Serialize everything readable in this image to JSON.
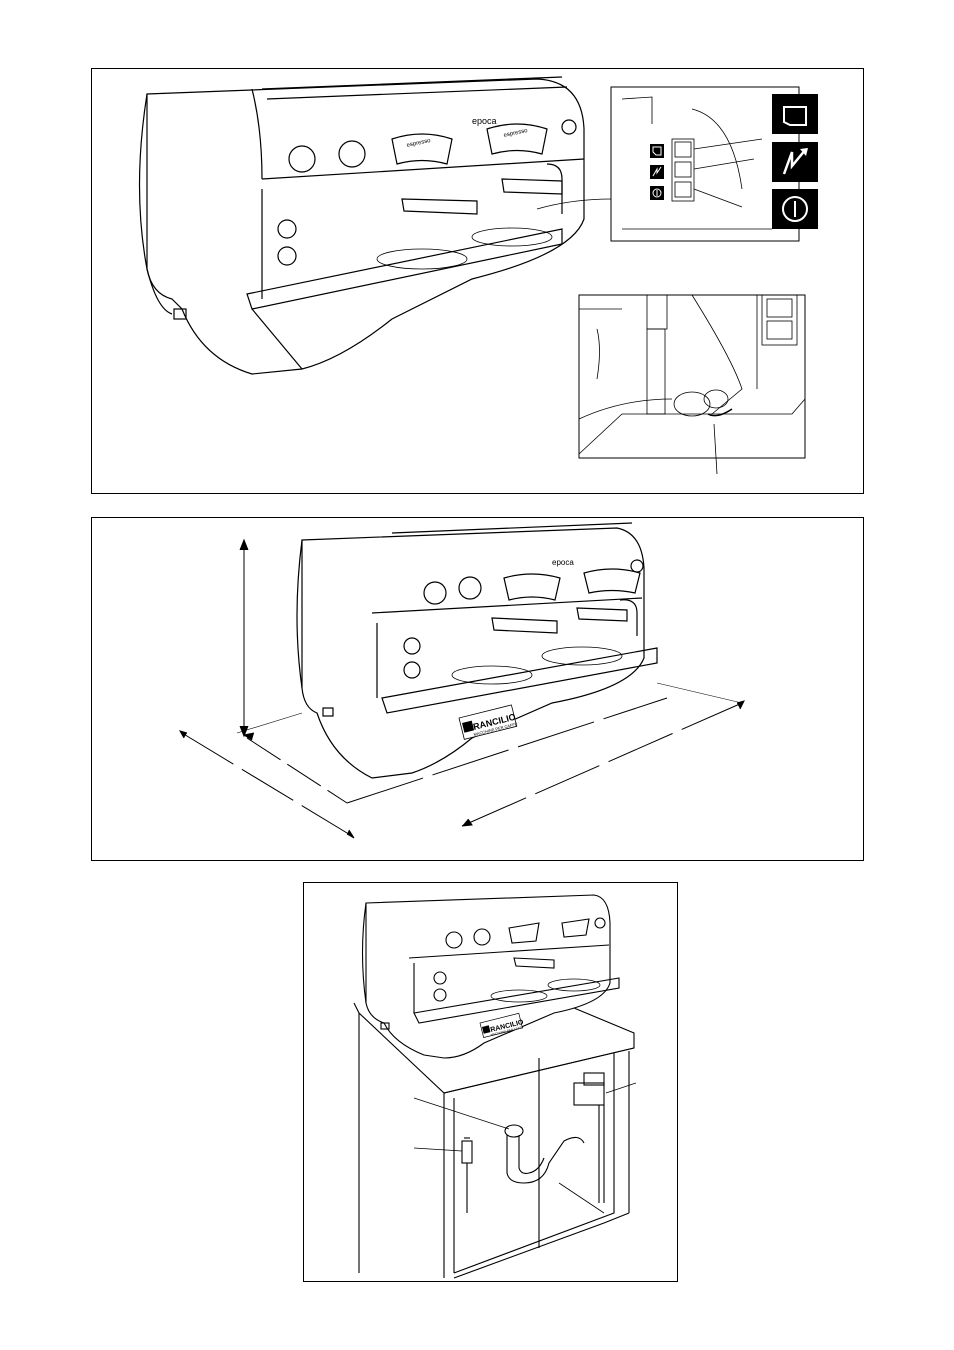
{
  "panel1": {
    "machine_front_label": "epoca",
    "group_head_label": "espresso",
    "control_icons": [
      "cup-icon",
      "lightning-icon",
      "power-icon"
    ]
  },
  "panel2": {
    "machine_front_label": "epoca",
    "brand_name": "RANCILIO",
    "brand_subtitle": "MACCHINE PER CAFFE"
  },
  "panel3": {
    "brand_name": "RANCILIO",
    "brand_subtitle": "MACCHINE PER CAFFE"
  }
}
